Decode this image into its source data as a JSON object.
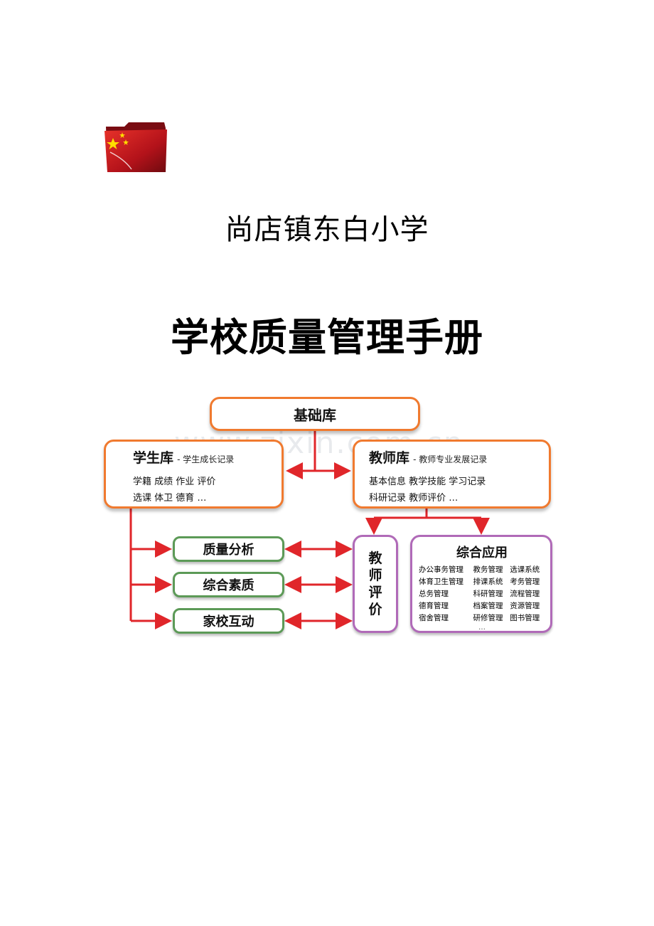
{
  "header": {
    "school_name": "尚店镇东白小学",
    "title": "学校质量管理手册"
  },
  "diagram": {
    "base": "基础库",
    "student": {
      "title": "学生库",
      "subtitle": "- 学生成长记录",
      "line1": "学籍  成绩  作业  评价",
      "line2": "选课  体卫  德育  …"
    },
    "teacher": {
      "title": "教师库",
      "subtitle": "- 教师专业发展记录",
      "line1": "基本信息  教学技能  学习记录",
      "line2": "科研记录  教师评价  …"
    },
    "modules": [
      "质量分析",
      "综合素质",
      "家校互动"
    ],
    "eval": [
      "教",
      "师",
      "评",
      "价"
    ],
    "apps": {
      "title": "综合应用",
      "rows": [
        [
          "办公事务管理",
          "教务管理",
          "选课系统"
        ],
        [
          "体育卫生管理",
          "排课系统",
          "考务管理"
        ],
        [
          "总务管理",
          "科研管理",
          "流程管理"
        ],
        [
          "德育管理",
          "档案管理",
          "资源管理"
        ],
        [
          "宿舍管理",
          "研修管理",
          "图书管理"
        ]
      ],
      "more": "…"
    }
  },
  "watermark": "www.zixin.com.cn",
  "colors": {
    "orange": "#f07a2f",
    "green": "#5c9a57",
    "purple": "#b06ab8",
    "arrow": "#e0262a"
  }
}
